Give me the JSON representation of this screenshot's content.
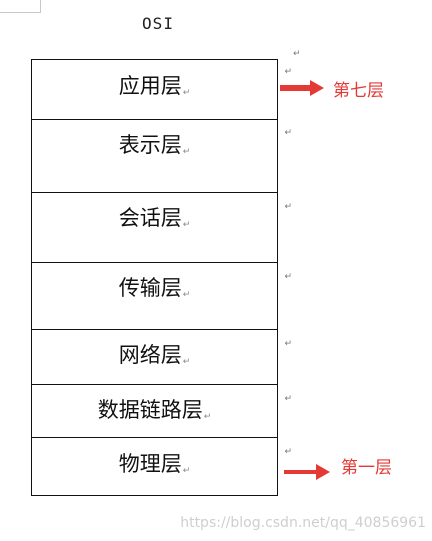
{
  "title": "OSI",
  "paragraph_mark": "↵",
  "layers": [
    {
      "label": "应用层"
    },
    {
      "label": "表示层"
    },
    {
      "label": "会话层"
    },
    {
      "label": "传输层"
    },
    {
      "label": "网络层"
    },
    {
      "label": "数据链路层"
    },
    {
      "label": "物理层"
    }
  ],
  "annotations": {
    "top": {
      "label": "第七层",
      "color": "#e53935"
    },
    "bottom": {
      "label": "第一层",
      "color": "#e53935"
    }
  },
  "watermark": "https://blog.csdn.net/qq_40856961"
}
